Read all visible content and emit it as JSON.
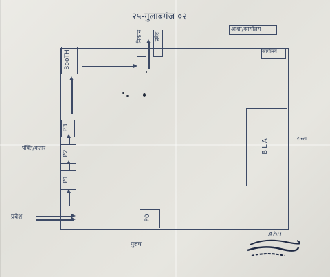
{
  "title": "२५-गुलाबगंज ०२",
  "top_right_label": "आशा/कार्यालय",
  "gate_left_label": "निकास",
  "gate_right_label": "प्रवेश",
  "corner_label": "कार्यालय",
  "left_side_label": "पंक्ति/कतार",
  "right_side_label": "रास्ता",
  "entry_label": "प्रवेश",
  "bottom_label": "पुरुष",
  "booths": {
    "booth": "BooTH",
    "p3": "P3",
    "p2": "P2",
    "p1": "P1",
    "p0": "P0",
    "bla": "BLA"
  },
  "signature_text": "Abu"
}
